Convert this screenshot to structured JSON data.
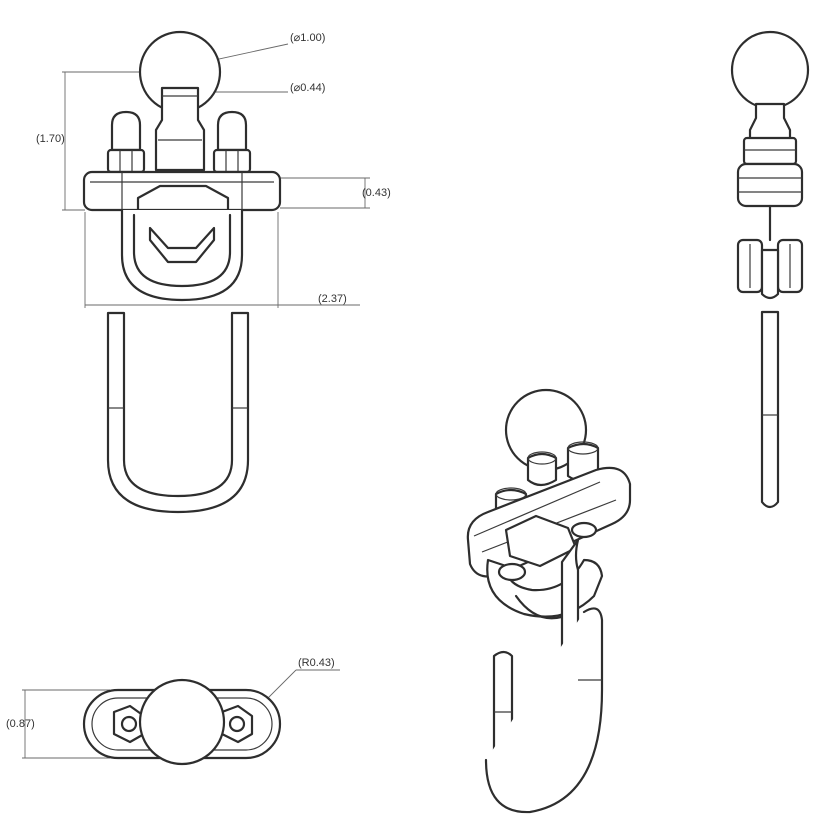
{
  "dimensions": {
    "ball_diameter": "(⌀1.00)",
    "neck_diameter": "(⌀0.44)",
    "overall_height": "(1.70)",
    "base_thickness": "(0.43)",
    "base_width": "(2.37)",
    "end_radius": "(R0.43)",
    "base_depth": "(0.87)"
  },
  "colors": {
    "line": "#2e2e2e",
    "dimension": "#6a6a6a",
    "background": "#ffffff"
  }
}
